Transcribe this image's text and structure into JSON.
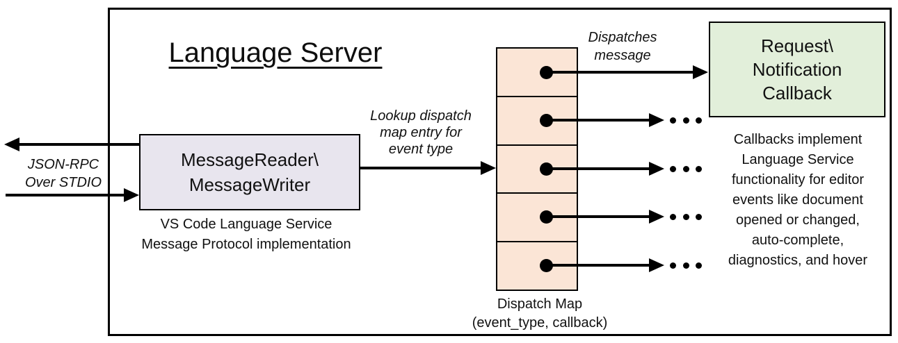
{
  "title": "Language Server",
  "colors": {
    "message_box_fill": "#e8e5ee",
    "dispatch_map_fill": "#fbe5d6",
    "callback_box_fill": "#e2efda",
    "line": "#000000",
    "background": "#ffffff"
  },
  "stdio": {
    "label": "JSON-RPC\nOver STDIO"
  },
  "message_box": {
    "label": "MessageReader\\\nMessageWriter",
    "caption": "VS Code Language Service\nMessage Protocol implementation"
  },
  "lookup_label": "Lookup dispatch\nmap entry for\nevent type",
  "dispatch_map": {
    "caption": "Dispatch Map\n(event_type, callback)",
    "row_count": 5
  },
  "dispatch_label": "Dispatches\nmessage",
  "callback_box": {
    "label": "Request\\\nNotification\nCallback"
  },
  "callbacks_note": "Callbacks implement\nLanguage Service\nfunctionality for editor\nevents like document\nopened or changed,\nauto-complete,\ndiagnostics, and hover"
}
